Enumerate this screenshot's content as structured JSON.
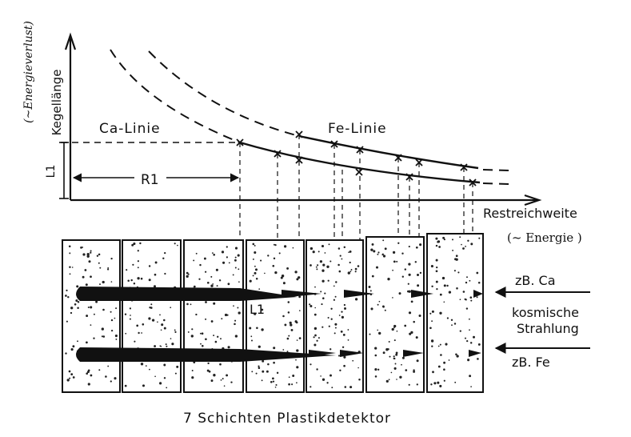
{
  "axes": {
    "y_label": "Kegellänge",
    "y_sublabel": "(~Energieverlust)",
    "x_label": "Restreichweite",
    "x_sublabel": "(~ Energie )"
  },
  "curves": {
    "ca_label": "Ca-Linie",
    "fe_label": "Fe-Linie"
  },
  "markers": {
    "l1_axis": "L1",
    "r1": "R1",
    "l1_detector": "L1"
  },
  "right_labels": {
    "ca": "zB. Ca",
    "cosmic_line1": "kosmische",
    "cosmic_line2": "Strahlung",
    "fe": "zB. Fe"
  },
  "caption": "7 Schichten Plastikdetektor",
  "detector": {
    "layer_count": 7
  }
}
